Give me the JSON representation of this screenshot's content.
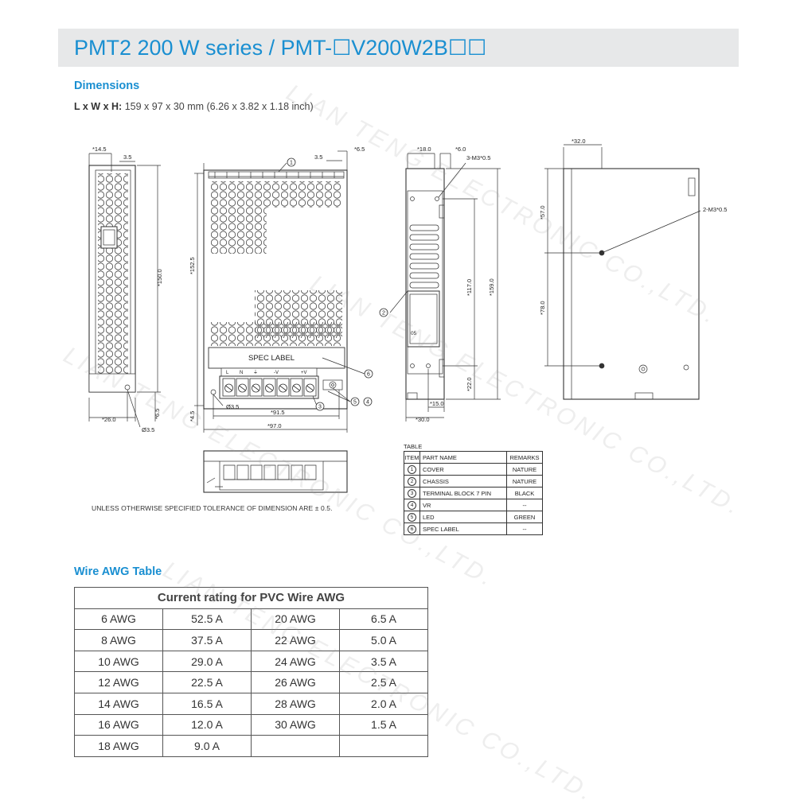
{
  "header": {
    "title": "PMT2 200 W series / PMT-☐V200W2B☐☐"
  },
  "dimensions": {
    "heading": "Dimensions",
    "lwh_label": "L x W x H:",
    "lwh_value": "159 x 97 x 30 mm (6.26 x 3.82 x 1.18 inch)"
  },
  "drawing": {
    "side_view": {
      "d_145": "*14.5",
      "d_35": "3.5",
      "d_1500": "*150.0",
      "d_260": "*26.0",
      "d_65": "*6.5",
      "d_hole": "Ø3.5"
    },
    "front_view": {
      "d_35": "3.5",
      "d_65": "*6.5",
      "d_1525": "*152.5",
      "d_45": "*4.5",
      "d_hole": "Ø3.5",
      "d_915": "*91.5",
      "d_970": "*97.0",
      "spec_label": "SPEC LABEL",
      "terminals": [
        "L",
        "N",
        "⏚",
        "-V",
        "-V",
        "+V",
        "+V"
      ],
      "callout_1": "1",
      "callout_3": "3",
      "callout_4": "4",
      "callout_5": "5",
      "callout_6": "6"
    },
    "end_view": {
      "d_180": "*18.0",
      "d_60": "*6.0",
      "screw": "3-M3*0.5",
      "d_1170": "*117.0",
      "d_1590": "*159.0",
      "d_220": "*22.0",
      "d_150": "*15.0",
      "d_300": "*30.0",
      "callout_2": "2",
      "mark": "05"
    },
    "back_view": {
      "d_320": "*32.0",
      "d_570": "*57.0",
      "d_780": "*78.0",
      "screw": "2-M3*0.5"
    }
  },
  "tolerance_note": "UNLESS OTHERWISE SPECIFIED TOLERANCE OF DIMENSION ARE ± 0.5.",
  "parts_table": {
    "caption": "TABLE",
    "headers": [
      "ITEM",
      "PART NAME",
      "REMARKS"
    ],
    "rows": [
      {
        "item": "1",
        "name": "COVER",
        "remarks": "NATURE"
      },
      {
        "item": "2",
        "name": "CHASSIS",
        "remarks": "NATURE"
      },
      {
        "item": "3",
        "name": "TERMINAL BLOCK 7 PIN",
        "remarks": "BLACK"
      },
      {
        "item": "4",
        "name": "VR",
        "remarks": "--"
      },
      {
        "item": "5",
        "name": "LED",
        "remarks": "GREEN"
      },
      {
        "item": "6",
        "name": "SPEC LABEL",
        "remarks": "--"
      }
    ]
  },
  "wire_table": {
    "heading": "Wire AWG Table",
    "title": "Current rating for PVC Wire AWG",
    "rows": [
      [
        "6 AWG",
        "52.5 A",
        "20 AWG",
        "6.5 A"
      ],
      [
        "8 AWG",
        "37.5 A",
        "22 AWG",
        "5.0 A"
      ],
      [
        "10 AWG",
        "29.0 A",
        "24 AWG",
        "3.5 A"
      ],
      [
        "12 AWG",
        "22.5 A",
        "26 AWG",
        "2.5 A"
      ],
      [
        "14 AWG",
        "16.5 A",
        "28 AWG",
        "2.0 A"
      ],
      [
        "16 AWG",
        "12.0 A",
        "30 AWG",
        "1.5 A"
      ],
      [
        "18 AWG",
        "9.0 A",
        "",
        ""
      ]
    ]
  },
  "watermark": "LIAN TENG ELECTRONIC CO.,LTD."
}
